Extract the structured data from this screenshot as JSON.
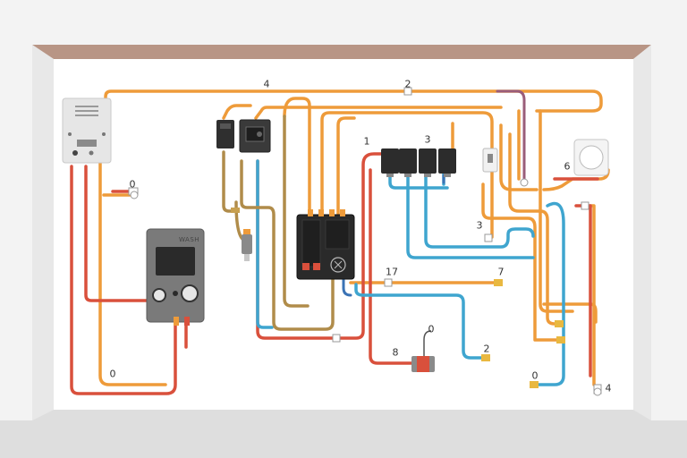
{
  "diagram": {
    "labels": {
      "label_4": "4",
      "label_2": "2",
      "label_1": "1",
      "label_3_top": "3",
      "label_0_left": "0",
      "label_6": "6",
      "label_3_mid": "3",
      "label_17": "17",
      "label_7": "7",
      "label_0_bottom_left": "0",
      "label_8": "8",
      "label_0_mid_bottom": "0",
      "label_2_bottom": "2",
      "label_0_bottom_right": "0",
      "label_4_bottom": "4"
    },
    "heater_brand": "WASH"
  },
  "colors": {
    "wall_top": "#b89585",
    "orange_wire": "#ee9b3a",
    "red_wire": "#d9503c",
    "blue_wire": "#3fa5cf",
    "olive_wire": "#b08c4a",
    "plum_wire": "#9a5d7a",
    "dark_blue_wire": "#3b73b5"
  }
}
